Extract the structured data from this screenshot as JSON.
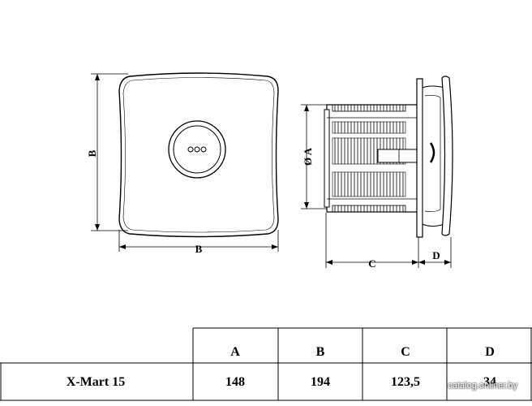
{
  "front_view": {
    "label_height": "B",
    "label_width": "B"
  },
  "side_view": {
    "label_diameter": "Ø A",
    "label_depth_c": "C",
    "label_depth_d": "D"
  },
  "table": {
    "headers": [
      "A",
      "B",
      "C",
      "D"
    ],
    "rows": [
      {
        "model": "X-Mart 15",
        "values": [
          "148",
          "194",
          "123,5",
          "34"
        ]
      }
    ]
  },
  "watermark": "catalog.onliner.by"
}
